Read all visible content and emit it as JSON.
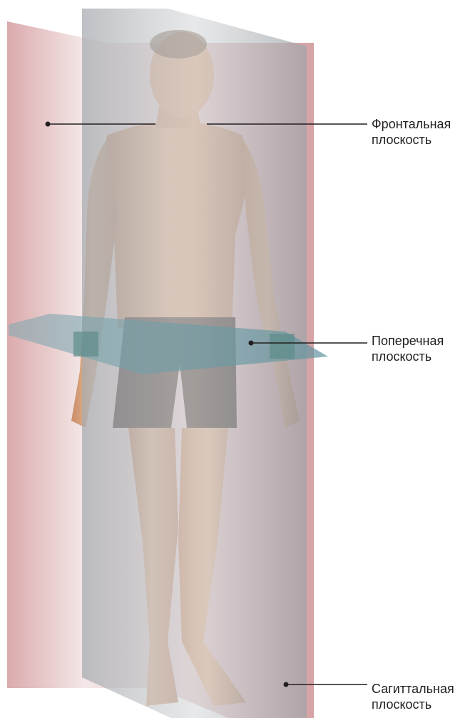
{
  "labels": {
    "frontal": {
      "line1": "Фронтальная",
      "line2": "плоскость"
    },
    "transverse": {
      "line1": "Поперечная",
      "line2": "плоскость"
    },
    "sagittal": {
      "line1": "Сагиттальная",
      "line2": "плоскость"
    }
  },
  "colors": {
    "frontal_plane": "#d8a9ab",
    "sagittal_plane": "#a9aeb2",
    "transverse_plane": "#6f9fa8",
    "skin": "#d9a07c",
    "shorts": "#4a3a33",
    "leader_line": "#231f20"
  }
}
